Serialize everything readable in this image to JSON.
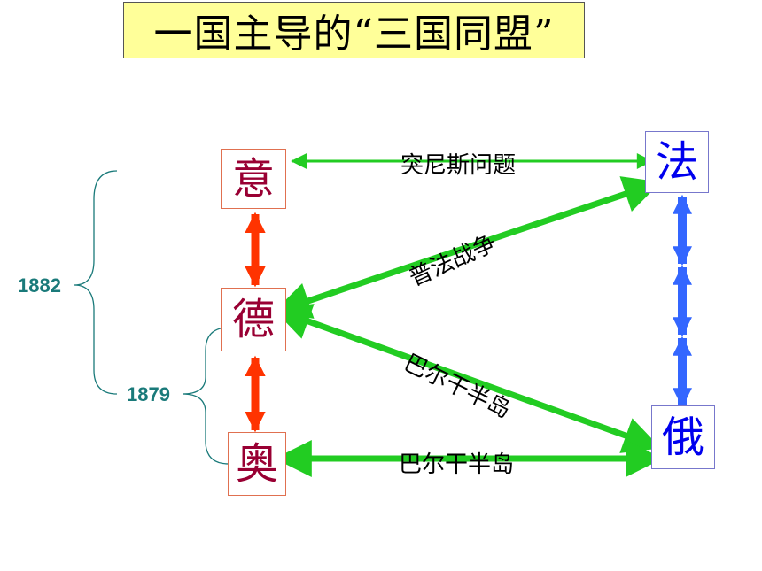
{
  "title": "一国主导的“三国同盟”",
  "nodes": {
    "italy": "意",
    "germany": "德",
    "austria": "奥",
    "france": "法",
    "russia": "俄"
  },
  "labels": {
    "tunisia": "突尼斯问题",
    "franco_prussian": "普法战争",
    "balkan_diagonal": "巴尔干半岛",
    "balkan_bottom": "巴尔干半岛"
  },
  "years": {
    "y1882": "1882",
    "y1879": "1879"
  },
  "colors": {
    "green": "#22cc22",
    "red_arrow": "#ff3300",
    "blue_arrow": "#3366ff",
    "bracket": "#1a7a7a"
  }
}
